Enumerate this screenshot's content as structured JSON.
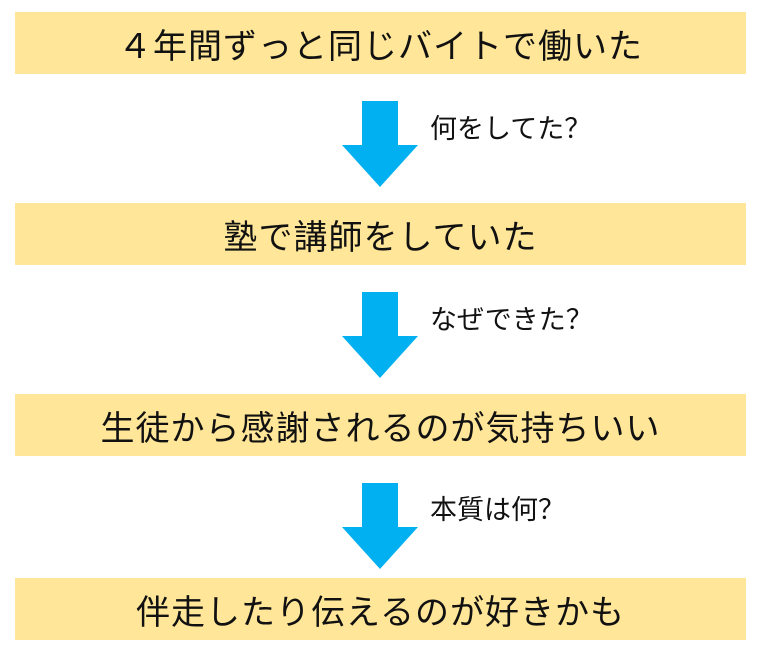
{
  "colors": {
    "box_fill": "#ffe699",
    "arrow_fill": "#00b0f0",
    "text": "#111111"
  },
  "steps": [
    {
      "text": "４年間ずっと同じバイトで働いた"
    },
    {
      "text": "塾で講師をしていた"
    },
    {
      "text": "生徒から感謝されるのが気持ちいい"
    },
    {
      "text": "伴走したり伝えるのが好きかも"
    }
  ],
  "questions": [
    {
      "text": "何をしてた？"
    },
    {
      "text": "なぜできた？"
    },
    {
      "text": "本質は何？"
    }
  ]
}
